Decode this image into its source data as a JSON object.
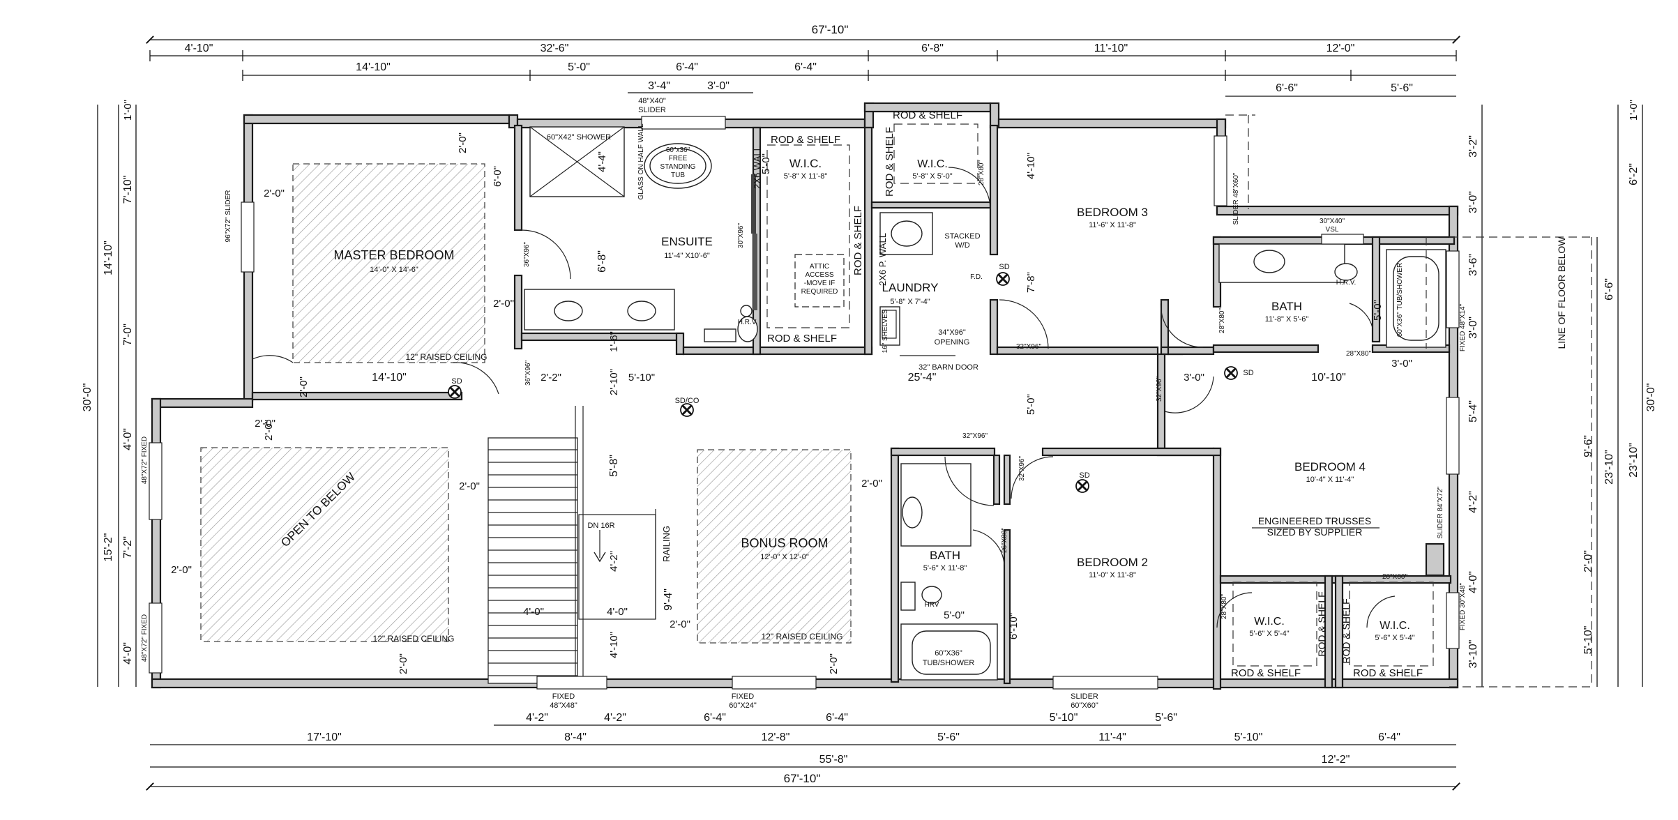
{
  "dims_top": {
    "overall": "67'-10\"",
    "row2": [
      "4'-10\"",
      "32'-6\"",
      "6'-8\"",
      "11'-10\"",
      "12'-0\""
    ],
    "row3": [
      "14'-10\"",
      "5'-0\"",
      "6'-4\"",
      "6'-4\"",
      "6'-6\"",
      "5'-6\""
    ],
    "row4": [
      "3'-4\"",
      "3'-0\""
    ]
  },
  "dims_bottom": {
    "row1": [
      "4'-2\"",
      "4'-2\"",
      "6'-4\"",
      "6'-4\"",
      "5'-10\"",
      "5'-6\""
    ],
    "row2": [
      "17'-10\"",
      "8'-4\"",
      "12'-8\"",
      "5'-6\"",
      "11'-4\"",
      "5'-10\"",
      "6'-4\""
    ],
    "row3": [
      "55'-8\"",
      "12'-2\""
    ],
    "overall": "67'-10\""
  },
  "dims_left": {
    "overall": "30'-0\"",
    "outer": [
      "14'-10\"",
      "15'-2\""
    ],
    "inner": [
      "1'-0\"",
      "7'-10\"",
      "7'-0\"",
      "4'-0\"",
      "7'-2\"",
      "4'-0\""
    ]
  },
  "dims_right": {
    "overall": "30'-0\"",
    "outer": [
      "1'-0\"",
      "6'-2\"",
      "6'-6\"",
      "23'-10\""
    ],
    "inner": [
      "3'-2\"",
      "3'-0\"",
      "3'-6\"",
      "3'-0\"",
      "5'-4\"",
      "4'-2\"",
      "4'-0\"",
      "3'-10\""
    ],
    "col3": [
      "9'-6\"",
      "2'-0\"",
      "5'-10\""
    ]
  },
  "rooms": {
    "master": {
      "name": "MASTER BEDROOM",
      "size": "14'-0\" X 14'-6\"",
      "note": "12\" RAISED CEILING"
    },
    "ensuite": {
      "name": "ENSUITE",
      "size": "11'-4\" X10'-6\""
    },
    "wic1": {
      "name": "W.I.C.",
      "size": "5'-8\" X 11'-8\""
    },
    "wic2": {
      "name": "W.I.C.",
      "size": "5'-8\" X 5'-0\""
    },
    "laundry": {
      "name": "LAUNDRY",
      "size": "5'-8\" X 7'-4\""
    },
    "bedroom3": {
      "name": "BEDROOM 3",
      "size": "11'-6\" X 11'-8\""
    },
    "bath_upper": {
      "name": "BATH",
      "size": "11'-8\" X 5'-6\""
    },
    "bedroom4": {
      "name": "BEDROOM 4",
      "size": "10'-4\" X 11'-4\""
    },
    "bonus": {
      "name": "BONUS ROOM",
      "size": "12'-0\" X 12'-0\"",
      "note": "12\" RAISED CEILING"
    },
    "open_below": {
      "name": "OPEN TO BELOW",
      "note": "12\" RAISED CEILING"
    },
    "bath_lower": {
      "name": "BATH",
      "size": "5'-6\" X 11'-8\""
    },
    "bedroom2": {
      "name": "BEDROOM 2",
      "size": "11'-0\" X 11'-8\""
    },
    "wic3": {
      "name": "W.I.C.",
      "size": "5'-6\" X 5'-4\""
    },
    "wic4": {
      "name": "W.I.C.",
      "size": "5'-6\" X 5'-4\""
    }
  },
  "labels": {
    "rod_shelf": "ROD & SHELF",
    "shower": "60\"X42\" SHOWER",
    "glass_half_wall": "GLASS ON HALF WALL",
    "tub": [
      "60\"x36\"",
      "FREE",
      "STANDING",
      "TUB"
    ],
    "attic": [
      "ATTIC",
      "ACCESS",
      "-MOVE IF",
      "REQUIRED"
    ],
    "wall_2x6": "2X6 WALL",
    "wall_2x6p": "2X6 P. WALL",
    "stacked": [
      "STACKED",
      "W/D"
    ],
    "shelves": "16\" SHELVES",
    "fd": "F.D.",
    "opening": [
      "34\"X96\"",
      "OPENING"
    ],
    "barn_door": "32\" BARN DOOR",
    "hrv": "H.R.V.",
    "hrv2": "HRV",
    "tub_shower_vert": "60\"X36\" TUB/SHOWER",
    "tub_shower": [
      "60\"X36\"",
      "TUB/SHOWER"
    ],
    "sd": "SD",
    "sdco": "SD/CO",
    "dn": "DN 16R",
    "railing": "RAILING",
    "trusses": [
      "ENGINEERED TRUSSES",
      "SIZED BY SUPPLIER"
    ],
    "floor_below": "LINE OF FLOOR BELOW",
    "slider_top": [
      "48\"X40\"",
      "SLIDER"
    ],
    "slider_left": "96\"X72\" SLIDER",
    "fixed_l1": "48\"X72\" FIXED",
    "fixed_l2": "48\"X72\" FIXED",
    "slider_b3": "SLIDER 48\"X60\"",
    "vsl": [
      "30\"X40\"",
      "VSL"
    ],
    "fixed_r1": "FIXED 48\"X14\"",
    "slider_r": "SLIDER 84\"X72\"",
    "fixed_r2": "FIXED 30\"X48\"",
    "fixed_b1": [
      "FIXED",
      "48\"X48\""
    ],
    "fixed_b2": [
      "FIXED",
      "60\"X24\""
    ],
    "slider_b": [
      "SLIDER",
      "60\"X60\""
    ],
    "door_36x96": "36\"X96\"",
    "door_30x96": "30\"X96\"",
    "door_28x80": "28\"X80\"",
    "door_32x96": "32\"X96\"",
    "door_26x80": "26\"X80\""
  },
  "inner_dims": {
    "d_2_0": "2'-0\"",
    "d_6_0": "6'-0\"",
    "d_4_4": "4'-4\"",
    "d_5_0": "5'-0\"",
    "d_6_8": "6'-8\"",
    "d_1_6": "1'-6\"",
    "d_14_10": "14'-10\"",
    "d_2_2": "2'-2\"",
    "d_2_10": "2'-10\"",
    "d_5_10": "5'-10\"",
    "d_25_4": "25'-4\"",
    "d_3_0": "3'-0\"",
    "d_10_10": "10'-10\"",
    "d_4_10": "4'-10\"",
    "d_7_8": "7'-8\"",
    "d_5_8": "5'-8\"",
    "d_4_2": "4'-2\"",
    "d_9_4": "9'-4\"",
    "d_4_0": "4'-0\"",
    "d_6_10": "6'-10\""
  }
}
